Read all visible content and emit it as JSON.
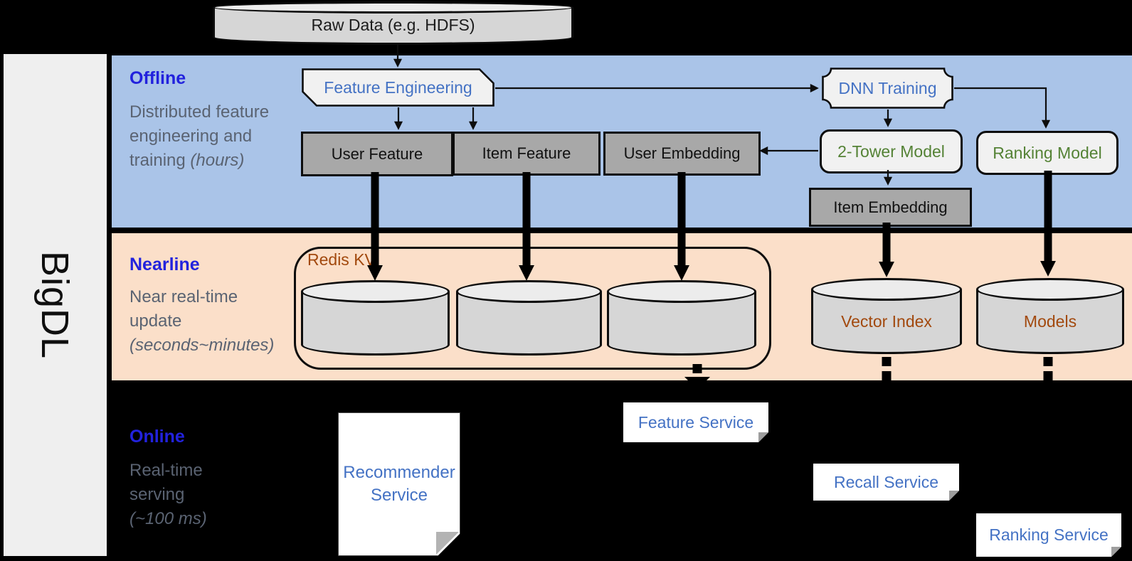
{
  "brand": "BigDL",
  "source": {
    "label": "Raw Data (e.g. HDFS)"
  },
  "lanes": {
    "offline": {
      "title": "Offline",
      "desc": "Distributed feature engineering and training",
      "note": "(hours)"
    },
    "nearline": {
      "title": "Nearline",
      "desc": "Near real-time update",
      "note": "(seconds~minutes)"
    },
    "online": {
      "title": "Online",
      "desc": "Real-time serving",
      "note": "(~100 ms)"
    }
  },
  "offline_nodes": {
    "feature_engineering": "Feature Engineering",
    "dnn_training": "DNN Training",
    "user_feature": "User Feature",
    "item_feature": "Item Feature",
    "user_embedding": "User Embedding",
    "two_tower_model": "2-Tower Model",
    "ranking_model": "Ranking Model",
    "item_embedding": "Item Embedding"
  },
  "nearline_nodes": {
    "redis_kv": "Redis KV",
    "vector_index": "Vector Index",
    "models": "Models"
  },
  "online_nodes": {
    "recommender_service": "Recommender Service",
    "feature_service": "Feature Service",
    "recall_service": "Recall Service",
    "ranking_service": "Ranking Service"
  },
  "colors": {
    "lane-offline": "#aac4e8",
    "lane-nearline": "#fbdfc9",
    "lane-title": "#2222dd",
    "lane-desc": "#5a6372",
    "node-blue": "#4472c4",
    "node-green": "#548235",
    "node-rust": "#a2490e",
    "gray-box": "#a8a8a8",
    "light-box": "#f1f1f1",
    "cylinder": "#d6d6d6",
    "sidebar": "#efefef"
  }
}
